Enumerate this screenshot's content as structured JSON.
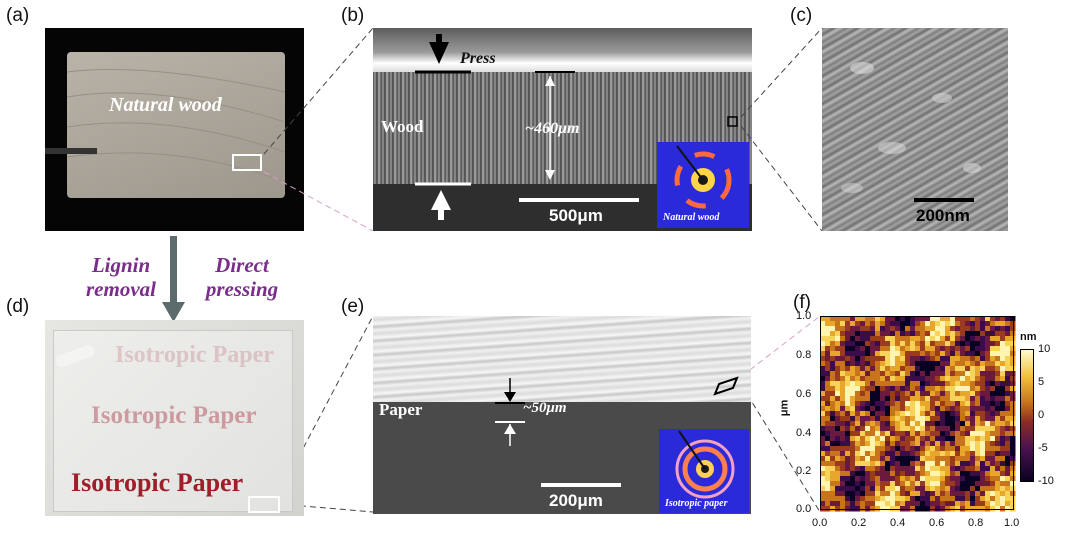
{
  "panel_labels": {
    "a": "(a)",
    "b": "(b)",
    "c": "(c)",
    "d": "(d)",
    "e": "(e)",
    "f": "(f)"
  },
  "panel_a": {
    "text": "Natural wood"
  },
  "panel_b": {
    "press": "Press",
    "layer": "Wood",
    "thickness": "~460μm",
    "scale": "500μm",
    "inset": "Natural wood"
  },
  "panel_c": {
    "scale": "200nm"
  },
  "process": {
    "left": [
      "Lignin",
      "removal"
    ],
    "right": [
      "Direct",
      "pressing"
    ]
  },
  "panel_d": {
    "text": "Isotropic Paper"
  },
  "panel_e": {
    "layer": "Paper",
    "thickness": "~50μm",
    "scale": "200μm",
    "inset": "Isotropic paper"
  },
  "panel_f": {
    "ylabel": "μm",
    "colorbar_unit": "nm",
    "x_ticks": [
      "0.0",
      "0.2",
      "0.4",
      "0.6",
      "0.8",
      "1.0"
    ],
    "y_ticks": [
      "0.0",
      "0.2",
      "0.4",
      "0.6",
      "0.8",
      "1.0"
    ],
    "colorbar_ticks": [
      "10",
      "5",
      "0",
      "-5",
      "-10"
    ],
    "xlim": [
      0,
      1
    ],
    "ylim": [
      0,
      1
    ],
    "zlim": [
      -10,
      10
    ]
  }
}
